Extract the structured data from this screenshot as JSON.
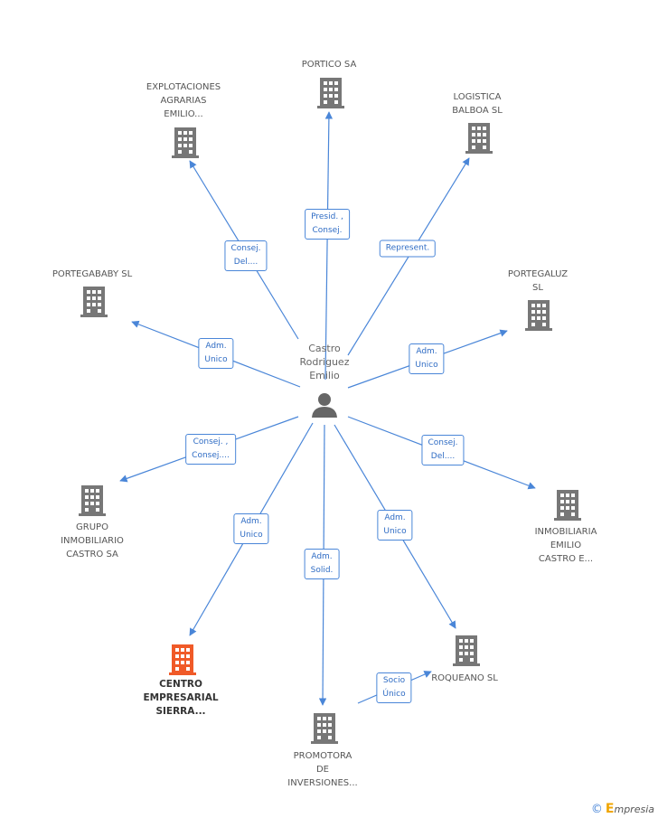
{
  "center": {
    "label": "Castro\nRodriguez\nEmilio",
    "icon": "person-icon"
  },
  "colors": {
    "edge": "#4a86d8",
    "building": "#777777",
    "focus_building": "#f05a28",
    "person": "#666666"
  },
  "companies": [
    {
      "id": "portico",
      "label": "PORTICO SA",
      "relation": "Presid. ,\nConsej.",
      "icon": "building-icon"
    },
    {
      "id": "explotaciones",
      "label": "EXPLOTACIONES\nAGRARIAS\nEMILIO...",
      "relation": "Consej.\nDel....",
      "icon": "building-icon"
    },
    {
      "id": "logistica",
      "label": "LOGISTICA\nBALBOA SL",
      "relation": "Represent.",
      "icon": "building-icon"
    },
    {
      "id": "portegababy",
      "label": "PORTEGABABY SL",
      "relation": "Adm.\nUnico",
      "icon": "building-icon"
    },
    {
      "id": "portegaluz",
      "label": "PORTEGALUZ\nSL",
      "relation": "Adm.\nUnico",
      "icon": "building-icon"
    },
    {
      "id": "grupo",
      "label": "GRUPO\nINMOBILIARIO\nCASTRO SA",
      "relation": "Consej. ,\nConsej....",
      "icon": "building-icon"
    },
    {
      "id": "inmobiliaria",
      "label": "INMOBILIARIA\nEMILIO\nCASTRO E...",
      "relation": "Consej.\nDel....",
      "icon": "building-icon"
    },
    {
      "id": "centro",
      "label": "CENTRO\nEMPRESARIAL\nSIERRA...",
      "relation": "Adm.\nUnico",
      "icon": "building-icon",
      "focus": true
    },
    {
      "id": "promotora",
      "label": "PROMOTORA\nDE\nINVERSIONES...",
      "relation": "Adm.\nSolid.",
      "icon": "building-icon"
    },
    {
      "id": "roqueano",
      "label": "ROQUEANO SL",
      "relation": "Adm.\nUnico",
      "icon": "building-icon"
    }
  ],
  "secondary_relations": [
    {
      "from": "promotora",
      "to": "roqueano",
      "relation": "Socio\nÚnico"
    }
  ],
  "brand": {
    "copyright": "©",
    "initial": "E",
    "name": "mpresia"
  }
}
